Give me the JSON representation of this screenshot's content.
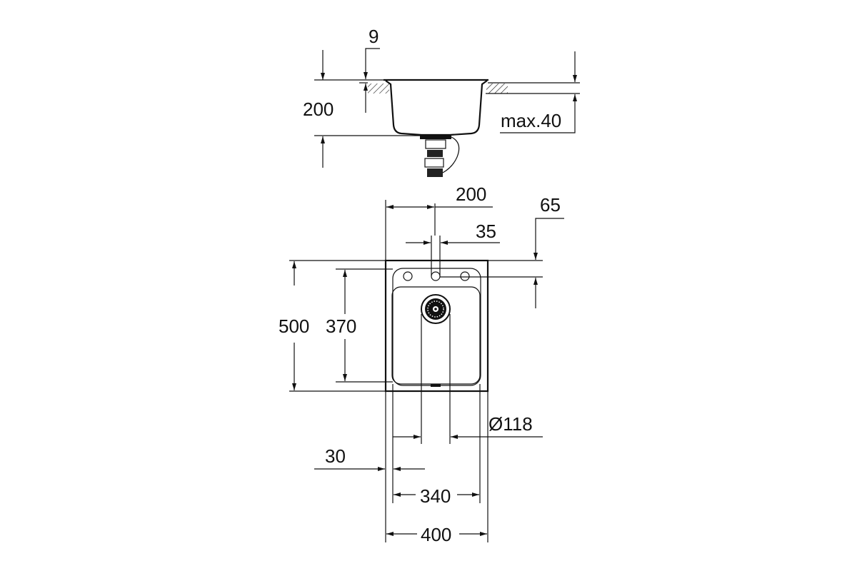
{
  "title": "Sink dimension drawing",
  "section_view": {
    "rim_thickness": "9",
    "depth": "200",
    "countertop_max": "max.40"
  },
  "plan_view": {
    "tap_hole_offset": "200",
    "tap_hole_diameter": "35",
    "tap_hole_from_edge": "65",
    "outer_depth": "500",
    "bowl_depth": "370",
    "drain_diameter": "Ø118",
    "bowl_offset": "30",
    "bowl_width": "340",
    "outer_width": "400"
  },
  "colors": {
    "line": "#111111",
    "background": "#ffffff"
  }
}
